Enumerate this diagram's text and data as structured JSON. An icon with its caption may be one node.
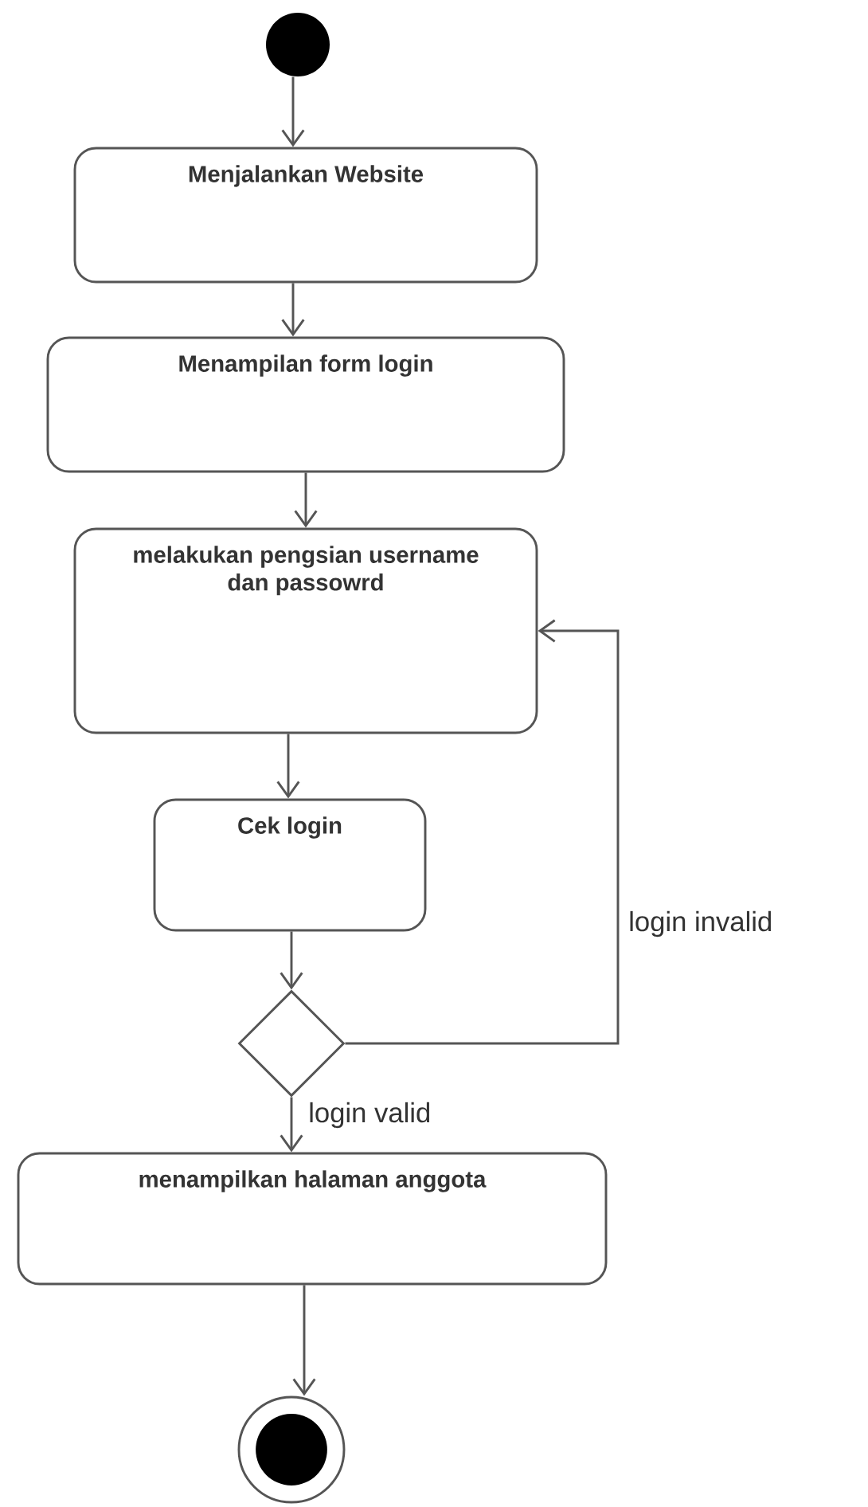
{
  "diagram": {
    "nodes": [
      {
        "text": [],
        "shape": "circle"
      },
      {
        "text": [
          "Menjalankan Website"
        ]
      },
      {
        "text": [
          "Menampilan form login"
        ]
      },
      {
        "text": [
          "melakukan pengsian username dan passowrd"
        ]
      },
      {
        "text": [
          "Cek login"
        ]
      },
      {
        "text": [],
        "shape": "diamond"
      },
      {
        "text": [
          "menampilkan halaman anggota"
        ]
      },
      {
        "text": [],
        "shape": "circle"
      }
    ],
    "edges": [
      {
        "from": 0,
        "to": 1,
        "arrow": "to"
      },
      {
        "from": 1,
        "to": 2,
        "arrow": "to"
      },
      {
        "from": 2,
        "to": 3,
        "arrow": "to"
      },
      {
        "from": 3,
        "to": 4,
        "arrow": "to"
      },
      {
        "from": 4,
        "to": 5,
        "arrow": "to"
      },
      {
        "from": 5,
        "to": 6,
        "arrow": "to",
        "label": "login valid"
      },
      {
        "from": 5,
        "to": 3,
        "arrow": "to",
        "label": "login invalid"
      },
      {
        "from": 6,
        "to": 7,
        "arrow": "to"
      }
    ]
  }
}
